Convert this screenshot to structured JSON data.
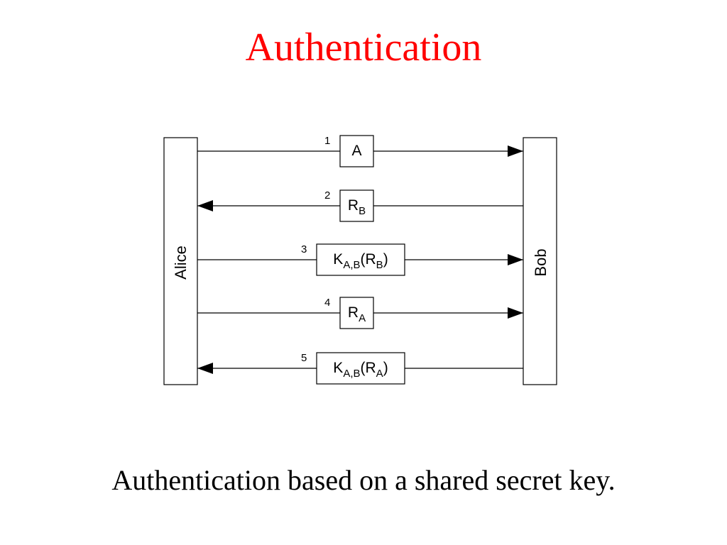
{
  "slide": {
    "title": "Authentication",
    "caption": "Authentication based on a shared secret key.",
    "title_color": "#ff0000"
  },
  "diagram": {
    "parties": {
      "left": "Alice",
      "right": "Bob"
    },
    "messages": [
      {
        "step": "1",
        "direction": "to-right",
        "parts": [
          {
            "t": "A",
            "sub": false
          }
        ]
      },
      {
        "step": "2",
        "direction": "to-left",
        "parts": [
          {
            "t": "R",
            "sub": false
          },
          {
            "t": "B",
            "sub": true
          }
        ]
      },
      {
        "step": "3",
        "direction": "to-right",
        "parts": [
          {
            "t": "K",
            "sub": false
          },
          {
            "t": "A,B",
            "sub": true
          },
          {
            "t": "(R",
            "sub": false
          },
          {
            "t": "B",
            "sub": true
          },
          {
            "t": ")",
            "sub": false
          }
        ]
      },
      {
        "step": "4",
        "direction": "to-right",
        "parts": [
          {
            "t": "R",
            "sub": false
          },
          {
            "t": "A",
            "sub": true
          }
        ]
      },
      {
        "step": "5",
        "direction": "to-left",
        "parts": [
          {
            "t": "K",
            "sub": false
          },
          {
            "t": "A,B",
            "sub": true
          },
          {
            "t": "(R",
            "sub": false
          },
          {
            "t": "A",
            "sub": true
          },
          {
            "t": ")",
            "sub": false
          }
        ]
      }
    ]
  }
}
